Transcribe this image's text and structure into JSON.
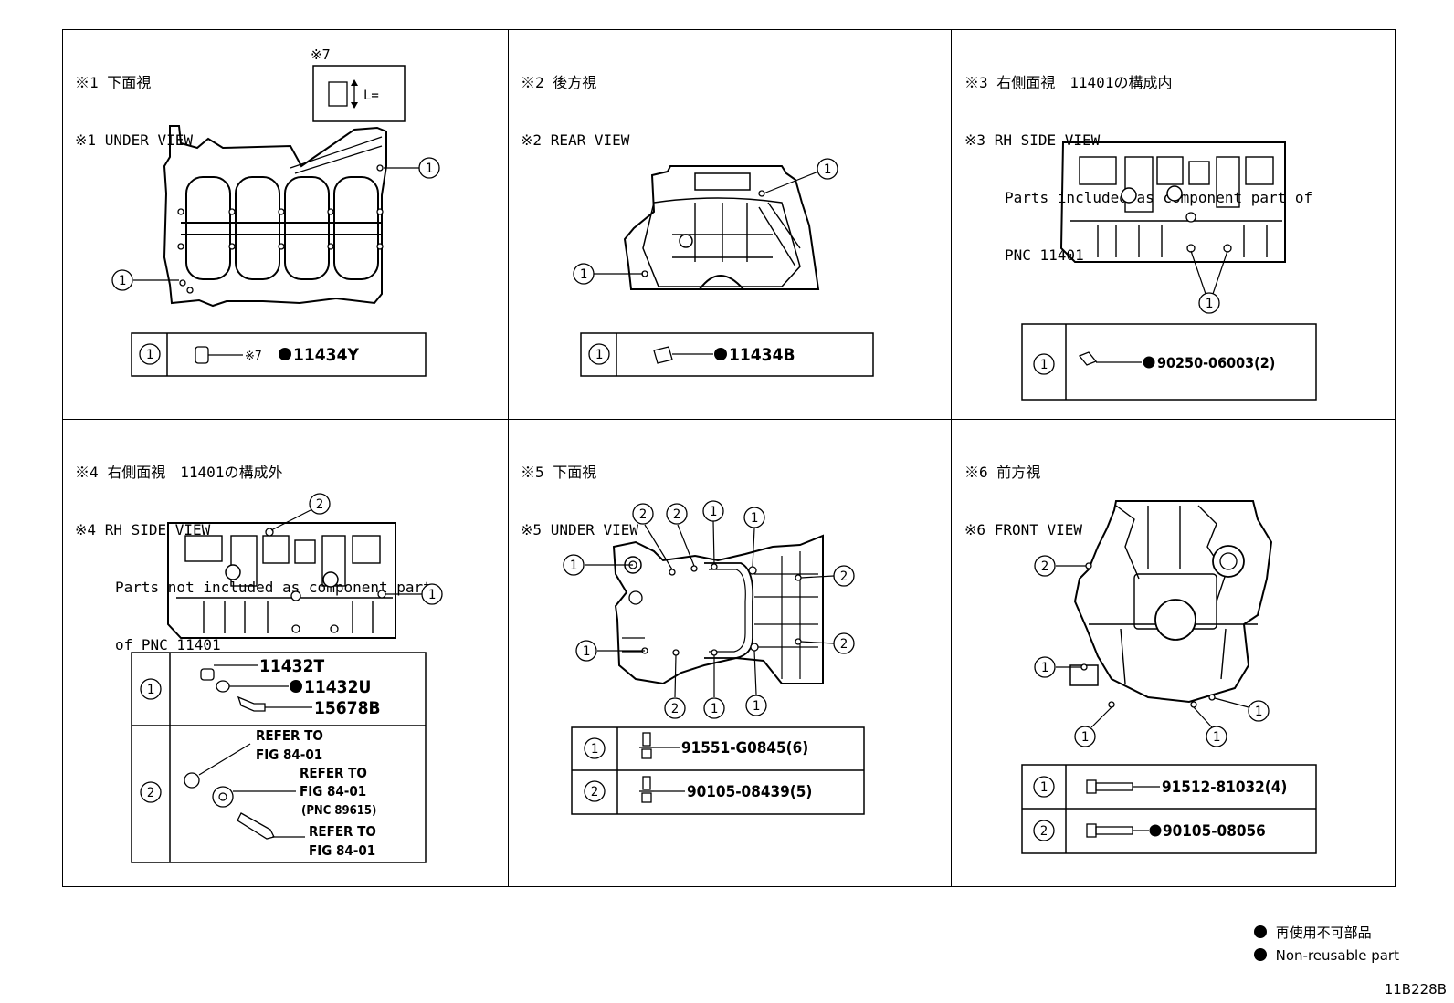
{
  "panels": [
    {
      "id": "p1",
      "mark": "※1",
      "title_ja": "下面視",
      "title_en": "UNDER VIEW",
      "note": ""
    },
    {
      "id": "p2",
      "mark": "※2",
      "title_ja": "後方視",
      "title_en": "REAR VIEW",
      "note": ""
    },
    {
      "id": "p3",
      "mark": "※3",
      "title_ja": "右側面視　11401の構成内",
      "title_en": "RH SIDE VIEW",
      "note1": "Parts included as component part of",
      "note2": "PNC 11401"
    },
    {
      "id": "p4",
      "mark": "※4",
      "title_ja": "右側面視　11401の構成外",
      "title_en": "RH SIDE VIEW",
      "note1": "Parts not included as component part",
      "note2": "of PNC 11401"
    },
    {
      "id": "p5",
      "mark": "※5",
      "title_ja": "下面視",
      "title_en": "UNDER VIEW",
      "note": ""
    },
    {
      "id": "p6",
      "mark": "※6",
      "title_ja": "前方視",
      "title_en": "FRONT VIEW",
      "note": ""
    }
  ],
  "callout_labels": {
    "one": "1",
    "two": "2"
  },
  "p1_extra": {
    "ref_mark": "※7",
    "length_label": "L="
  },
  "parts": {
    "p1_1": "11434Y",
    "p1_1_ref": "※7",
    "p2_1": "11434B",
    "p3_1": "90250-06003(2)",
    "p4_1a": "11432T",
    "p4_1b": "11432U",
    "p4_1c": "15678B",
    "p4_2a1": "REFER TO",
    "p4_2a2": "FIG 84-01",
    "p4_2b1": "REFER TO",
    "p4_2b2": "FIG 84-01",
    "p4_2b3": "(PNC 89615)",
    "p4_2c1": "REFER TO",
    "p4_2c2": "FIG 84-01",
    "p5_1": "91551-G0845(6)",
    "p5_2": "90105-08439(5)",
    "p6_1": "91512-81032(4)",
    "p6_2": "90105-08056"
  },
  "legend": {
    "ja": "再使用不可部品",
    "en": "Non-reusable part"
  },
  "doc_id": "11B228B"
}
